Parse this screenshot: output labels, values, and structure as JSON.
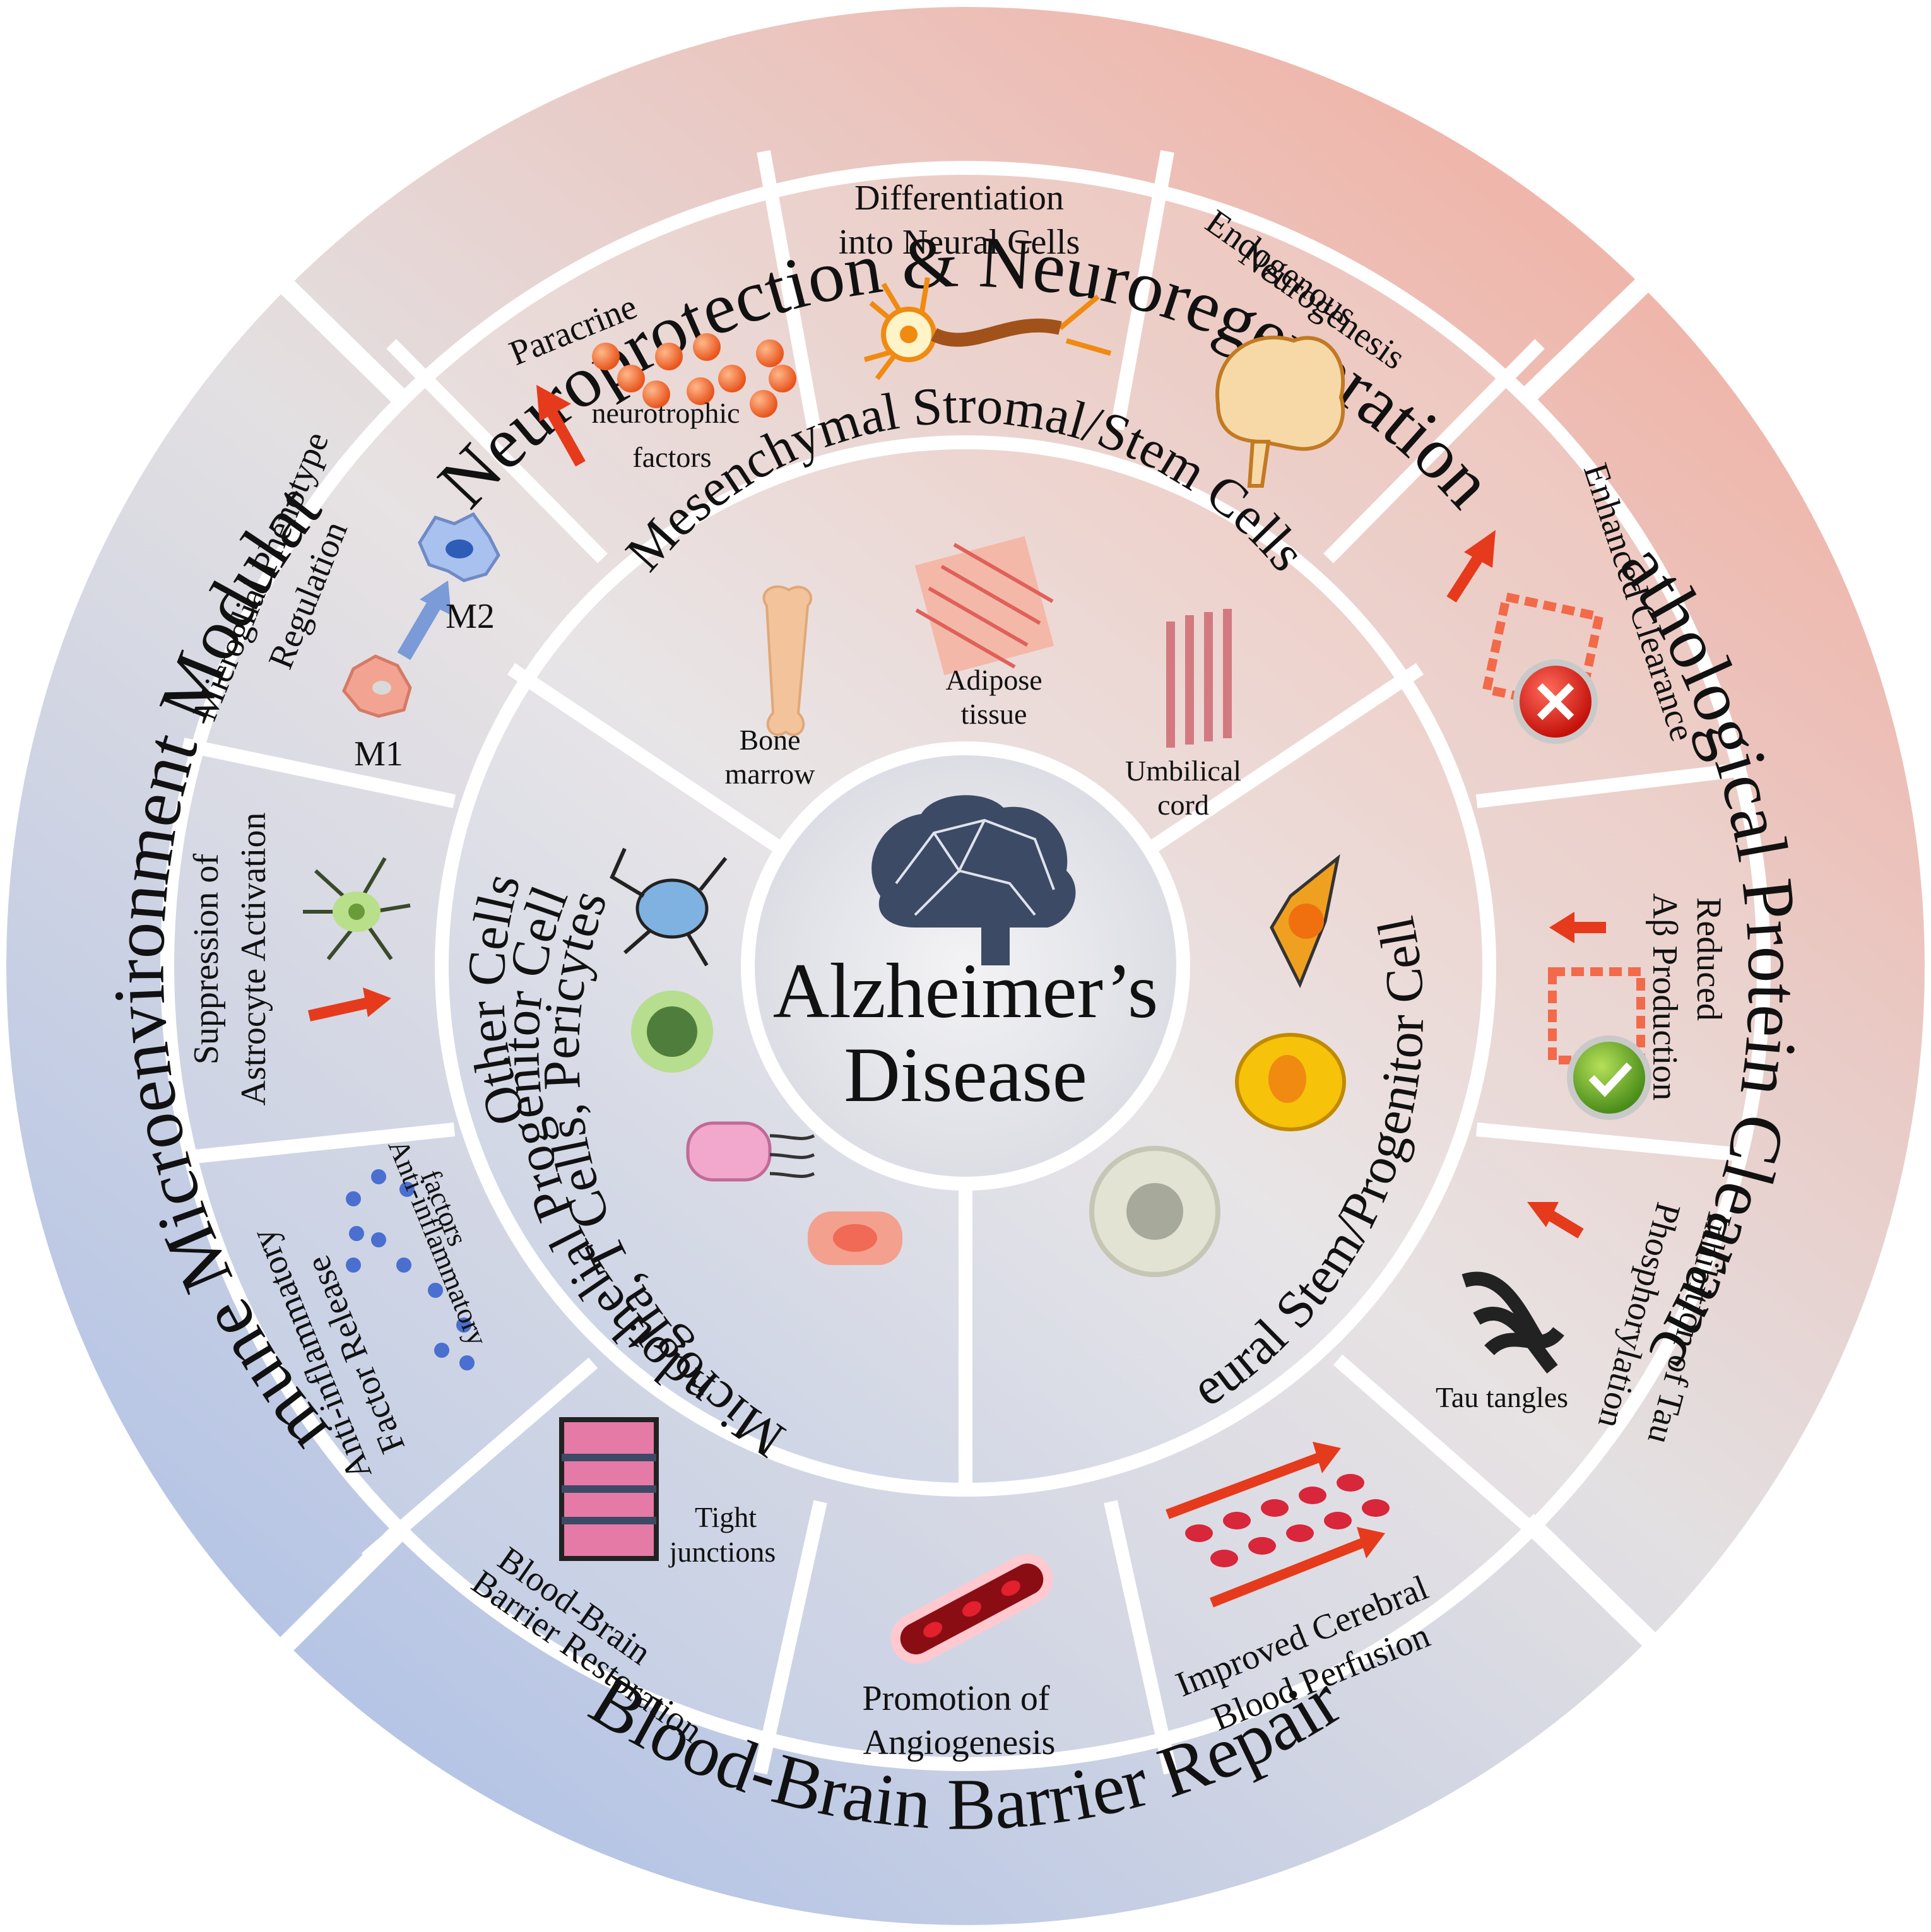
{
  "center": {
    "title_line1": "Alzheimer’s",
    "title_line2": "Disease"
  },
  "outer_ring": {
    "neuroprotection": "Neuroprotection & Neuroregeneration",
    "pathological": "Pathological Protein Clearance",
    "bbb": "Blood-Brain Barrier Repair",
    "immune": "Immune Microenvironment Modulation"
  },
  "cell_ring": {
    "msc": {
      "title": "Mesenchymal Stromal/Stem Cells",
      "bone_marrow_1": "Bone",
      "bone_marrow_2": "marrow",
      "adipose_1": "Adipose",
      "adipose_2": "tissue",
      "umbilical_1": "Umbilical",
      "umbilical_2": "cord"
    },
    "nsc": {
      "title": "Neural Stem/Progenitor Cells"
    },
    "other": {
      "title": "Other Cells",
      "line1": "Endothelial Progenitor Cells",
      "line2": "Microglia, T Cells, Pericytes"
    }
  },
  "mechanisms": {
    "paracrine": "Paracrine",
    "neurotrophic_1": "neurotrophic",
    "neurotrophic_2": "factors",
    "differentiation_1": "Differentiation",
    "differentiation_2": "into Neural Cells",
    "endogenous_1": "Endogenous",
    "endogenous_2": "Neurogenesis",
    "enhanced_clearance": "Enhanced Clearance",
    "reduced_1": "Reduced",
    "reduced_2": "Aβ Production",
    "tau_1": "Inhibition of Tau",
    "tau_2": "Phosphorylation",
    "tau_tangles": "Tau tangles",
    "perfusion_1": "Improved Cerebral",
    "perfusion_2": "Blood Perfusion",
    "angio_1": "Promotion of",
    "angio_2": "Angiogenesis",
    "bbb_restore_1": "Blood-Brain",
    "bbb_restore_2": "Barrier Restoration",
    "tight_1": "Tight",
    "tight_2": "junctions",
    "anti_inflam_1": "Anti-inflammatory",
    "anti_inflam_2": "Factor Release",
    "anti_factors_1": "Anti-inflammatory",
    "anti_factors_2": "factors",
    "astro_1": "Suppression of",
    "astro_2": "Astrocyte Activation",
    "microglial_1": "Microglial Phenotype",
    "microglial_2": "Regulation",
    "m1": "M1",
    "m2": "M2"
  },
  "colors": {
    "warm": "#f2b5a8",
    "cool": "#aebfe2",
    "arrow": "#e63a1c",
    "brain_icon": "#3d4a66"
  }
}
